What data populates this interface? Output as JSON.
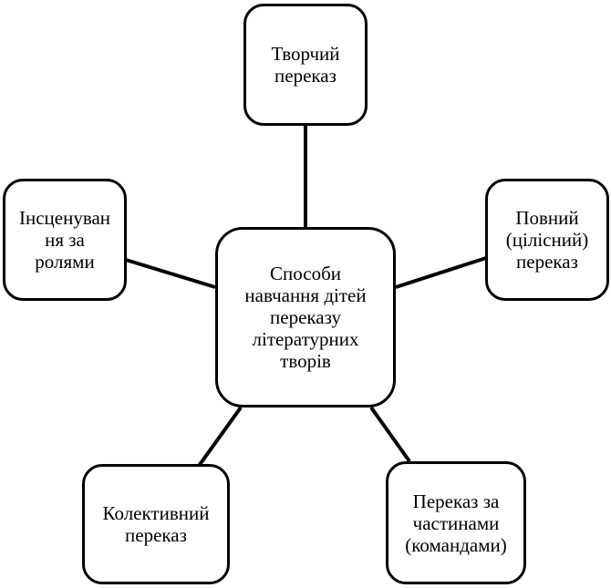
{
  "diagram": {
    "center": "Способи\nнавчання дітей\nпереказу\nлітературних\nтворів",
    "top": "Творчий\nпереказ",
    "right": "Повний\n(цілісний)\nпереказ",
    "left": "Інсценуван\nня за\nролями",
    "bottom_left": "Колективний\nпереказ",
    "bottom_right": "Переказ за\nчастинами\n(командами)"
  }
}
